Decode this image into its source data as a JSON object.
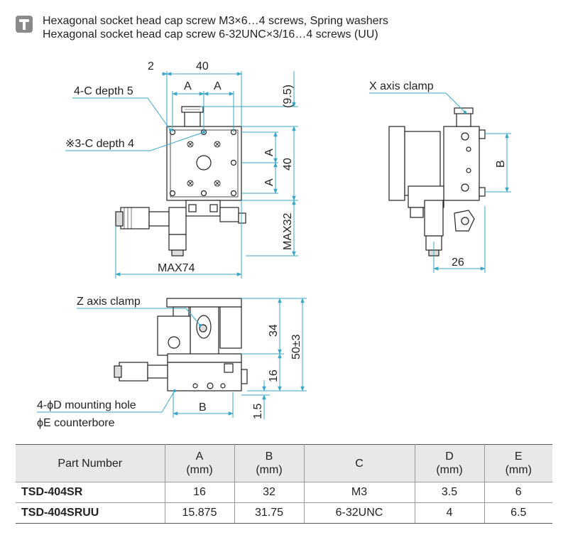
{
  "header": {
    "icon": "screw-note-icon",
    "line1": "Hexagonal socket head cap screw M3×6…4 screws, Spring washers",
    "line2": "Hexagonal socket head cap screw 6-32UNC×3/16…4 screws (UU)"
  },
  "top_view": {
    "dim_2": "2",
    "dim_40_top": "40",
    "dim_a_left": "A",
    "dim_a_right": "A",
    "dim_9_5": "(9.5)",
    "dim_a_upper": "A",
    "dim_40_side": "40",
    "dim_a_lower": "A",
    "dim_max32": "MAX32",
    "dim_max74": "MAX74",
    "label_4c": "4-C depth 5",
    "label_3c": "※3-C depth 4"
  },
  "side_view": {
    "label_x_clamp": "X axis clamp",
    "dim_b": "B",
    "dim_26": "26"
  },
  "front_view": {
    "label_z_clamp": "Z axis clamp",
    "dim_34": "34",
    "dim_50": "50±3",
    "dim_16": "16",
    "dim_b": "B",
    "dim_1_5": "1.5",
    "label_mount_hole": "4-ϕD mounting hole",
    "label_counterbore": "ϕE  counterbore"
  },
  "table": {
    "headers": {
      "part_number": "Part Number",
      "a": "A",
      "a_unit": "(mm)",
      "b": "B",
      "b_unit": "(mm)",
      "c": "C",
      "d": "D",
      "d_unit": "(mm)",
      "e": "E",
      "e_unit": "(mm)"
    },
    "rows": [
      {
        "part": "TSD-404SR",
        "a": "16",
        "b": "32",
        "c": "M3",
        "d": "3.5",
        "e": "6"
      },
      {
        "part": "TSD-404SRUU",
        "a": "15.875",
        "b": "31.75",
        "c": "6-32UNC",
        "d": "4",
        "e": "6.5"
      }
    ]
  },
  "colors": {
    "leader": "#3aa7c9",
    "outline": "#222222",
    "header_bg": "#e8e8e8"
  }
}
